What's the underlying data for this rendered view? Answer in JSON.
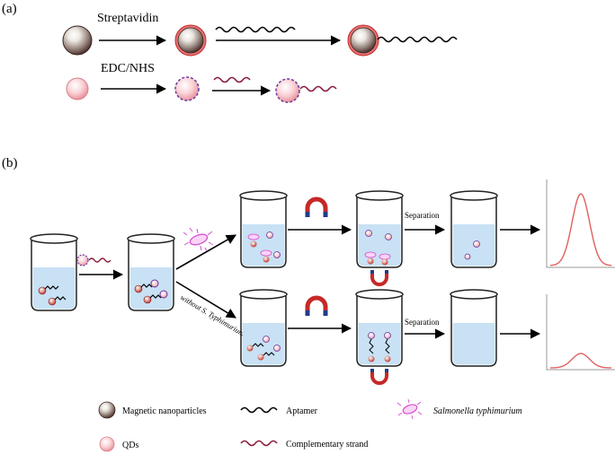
{
  "panel_a": {
    "label": "(a)",
    "row1_reagent": "Streptavidin",
    "row2_reagent": "EDC/NHS"
  },
  "panel_b": {
    "label": "(b)",
    "without_label": "without S. Typhimurium",
    "separation_top": "Separation",
    "separation_bottom": "Separation"
  },
  "legend": {
    "magnetic_nanoparticles": "Magnetic nanoparticles",
    "aptamer": "Aptamer",
    "salmonella": "Salmonella typhimurium",
    "qds": "QDs",
    "complementary_strand": "Complementary strand"
  },
  "colors": {
    "mnp_rim": "#5b3a36",
    "qd_fill": "#f5b8be",
    "strand": "#8a1a3a",
    "water": "#c8e1f5",
    "magnet_red": "#c62828",
    "magnet_blue": "#1f3d8a",
    "peak": "#e06060",
    "salmonella": "#d64fd0"
  },
  "signals": {
    "top_peak_level": 0.85,
    "bottom_peak_level": 0.17
  }
}
